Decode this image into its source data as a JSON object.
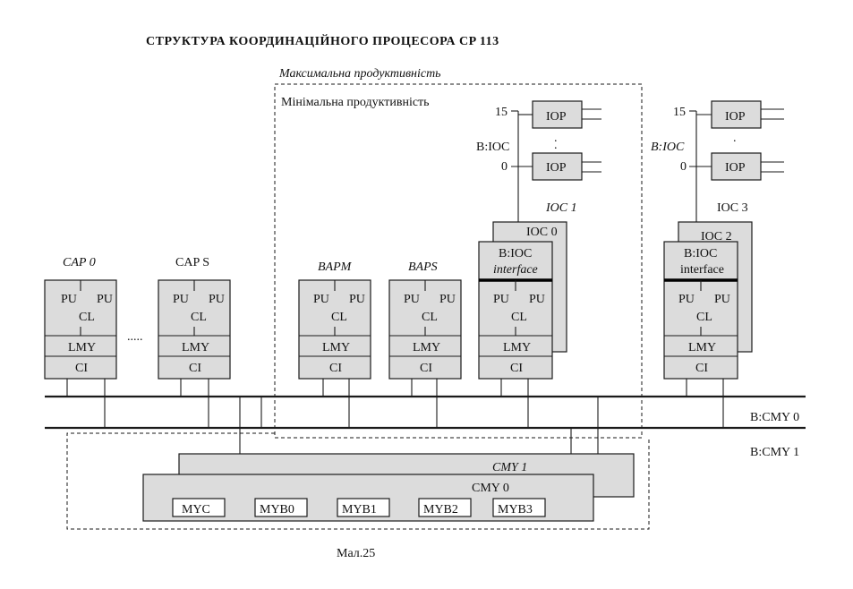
{
  "title": "СТРУКТУРА КООРДИНАЦІЙНОГО ПРОЦЕСОРА CP 113",
  "caption": "Мал.25",
  "regions": {
    "max": "Максимальна продуктивність",
    "min": "Мінімальна продуктивність"
  },
  "modules": [
    {
      "id": "cap0",
      "title": "CAP 0",
      "interface": ""
    },
    {
      "id": "caps",
      "title": "CAP S",
      "interface": ""
    },
    {
      "id": "bapm",
      "title": "BAPM",
      "interface": ""
    },
    {
      "id": "baps",
      "title": "BAPS",
      "interface": ""
    },
    {
      "id": "ioc0",
      "title": "IOC 1",
      "back": "IOC 0",
      "interface": "B:IOC interface"
    },
    {
      "id": "ioc2",
      "title": "IOC 3",
      "back": "IOC 2",
      "interface": "B:IOC interface"
    }
  ],
  "module_labels": {
    "pu": "PU",
    "cl": "CL",
    "lmy": "LMY",
    "ci": "CI",
    "bioc": "B:IOC",
    "interface": "interface"
  },
  "ellipsis": ".....",
  "iop": {
    "label": "IOP",
    "bus_label": "B:IOC",
    "top_index": "15",
    "bottom_index": "0",
    "dot": "."
  },
  "buses": {
    "cmy0": "B:CMY 0",
    "cmy1": "B:CMY 1"
  },
  "memory": {
    "back": "CMY 1",
    "front": "CMY 0",
    "units": [
      "MYC",
      "MYB0",
      "MYB1",
      "MYB2",
      "MYB3"
    ]
  }
}
